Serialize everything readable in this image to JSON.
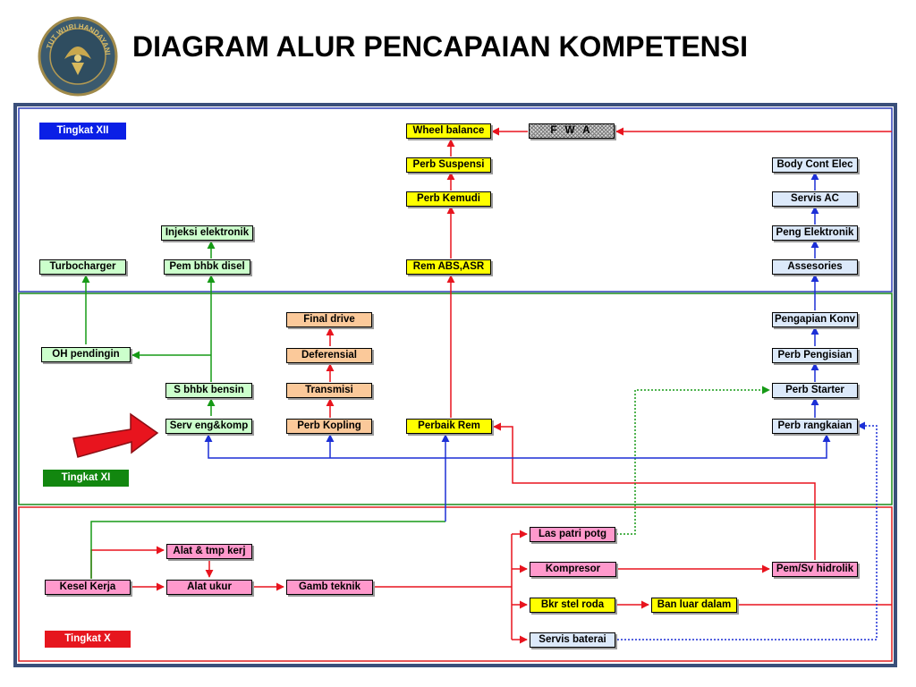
{
  "title": "DIAGRAM ALUR PENCAPAIAN KOMPETENSI",
  "logo": {
    "icon": "tut-wuri-handayani-emblem",
    "text": "TUT WURI HANDAYANI"
  },
  "levels": {
    "xii": "Tingkat XII",
    "xi": "Tingkat XI",
    "x": "Tingkat X"
  },
  "nodes": {
    "wheel_balance": "Wheel balance",
    "fwa": "F W A",
    "perb_suspensi": "Perb Suspensi",
    "perb_kemudi": "Perb Kemudi",
    "rem_abs": "Rem ABS,ASR",
    "body_cont": "Body Cont Elec",
    "servis_ac": "Servis AC",
    "peng_elektronik": "Peng Elektronik",
    "assesories": "Assesories",
    "injeksi": "Injeksi elektronik",
    "turbo": "Turbocharger",
    "pem_bhbk": "Pem bhbk disel",
    "final_drive": "Final drive",
    "deferensial": "Deferensial",
    "transmisi": "Transmisi",
    "perb_kopling": "Perb Kopling",
    "oh_pendingin": "OH pendingin",
    "s_bhbk": "S bhbk bensin",
    "serv_eng": "Serv eng&komp",
    "perbaik_rem": "Perbaik Rem",
    "pengapian": "Pengapian Konv",
    "perb_pengisian": "Perb Pengisian",
    "perb_starter": "Perb Starter",
    "perb_rangkaian": "Perb rangkaian",
    "alat_tmp": "Alat & tmp kerj",
    "kesel_kerja": "Kesel Kerja",
    "alat_ukur": "Alat ukur",
    "gamb_teknik": "Gamb teknik",
    "las_patri": "Las patri potg",
    "kompresor": "Kompresor",
    "pem_sv": "Pem/Sv hidrolik",
    "bkr_stel": "Bkr stel roda",
    "ban_luar": "Ban luar dalam",
    "servis_baterai": "Servis baterai"
  },
  "colors": {
    "xii_border": "#2f3fb8",
    "xi_border": "#1a8a1a",
    "x_border": "#e02020",
    "frame": "#3a4f7a",
    "line_red": "#e8141e",
    "line_green": "#169a16",
    "line_blue": "#1c2fd6",
    "arrow_fill": "#e8141e"
  }
}
